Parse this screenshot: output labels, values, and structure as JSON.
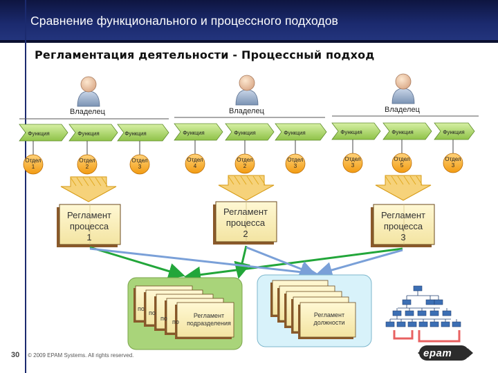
{
  "header": {
    "title": "Сравнение функционального и процессного подходов"
  },
  "subtitle": "Регламентация деятельности - Процессный подход",
  "owner_label": "Владелец",
  "function_label": "Функция",
  "departments": [
    [
      "Отдел",
      "1"
    ],
    [
      "Отдел",
      "2"
    ],
    [
      "Отдел",
      "3"
    ],
    [
      "Отдел",
      "4"
    ],
    [
      "Отдел",
      "2"
    ],
    [
      "Отдел",
      "3"
    ],
    [
      "Отдел",
      "3"
    ],
    [
      "Отдел",
      "5"
    ],
    [
      "Отдел",
      "3"
    ]
  ],
  "regulations": [
    [
      "Регламент",
      "процесса",
      "1"
    ],
    [
      "Регламент",
      "процесса",
      "2"
    ],
    [
      "Регламент",
      "процесса",
      "3"
    ]
  ],
  "subdivision_doc": {
    "line1": "Регламент",
    "line2": "подразделения",
    "partial": "по"
  },
  "position_doc": {
    "line1": "Регламент",
    "line2": "должности"
  },
  "footer": {
    "page": "30",
    "copyright": "© 2009 EPAM Systems. All rights reserved."
  },
  "logo": "epam"
}
